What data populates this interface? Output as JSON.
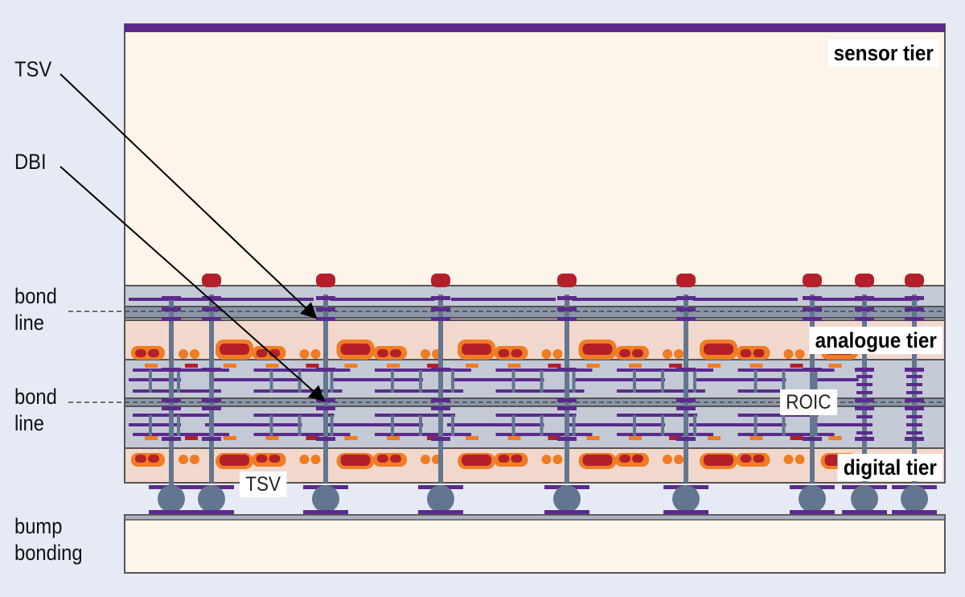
{
  "labels": {
    "tsv_top": "TSV",
    "dbi": "DBI",
    "bond_line_1": "bond\nline",
    "bond_line_2": "bond\nline",
    "bump_bonding": "bump\nbonding",
    "sensor_tier": "sensor tier",
    "analogue_tier": "analogue tier",
    "roic": "ROIC",
    "digital_tier": "digital tier",
    "tsv_bottom": "TSV"
  },
  "colors": {
    "background": "#e6eaf5",
    "sensor": "#fdf4ea",
    "tier": "#f2d8cc",
    "layer": "#c4c9d6",
    "metal": "#5b2a8c",
    "via": "#62768f",
    "red": "#b3202a",
    "orange": "#f07c23"
  }
}
